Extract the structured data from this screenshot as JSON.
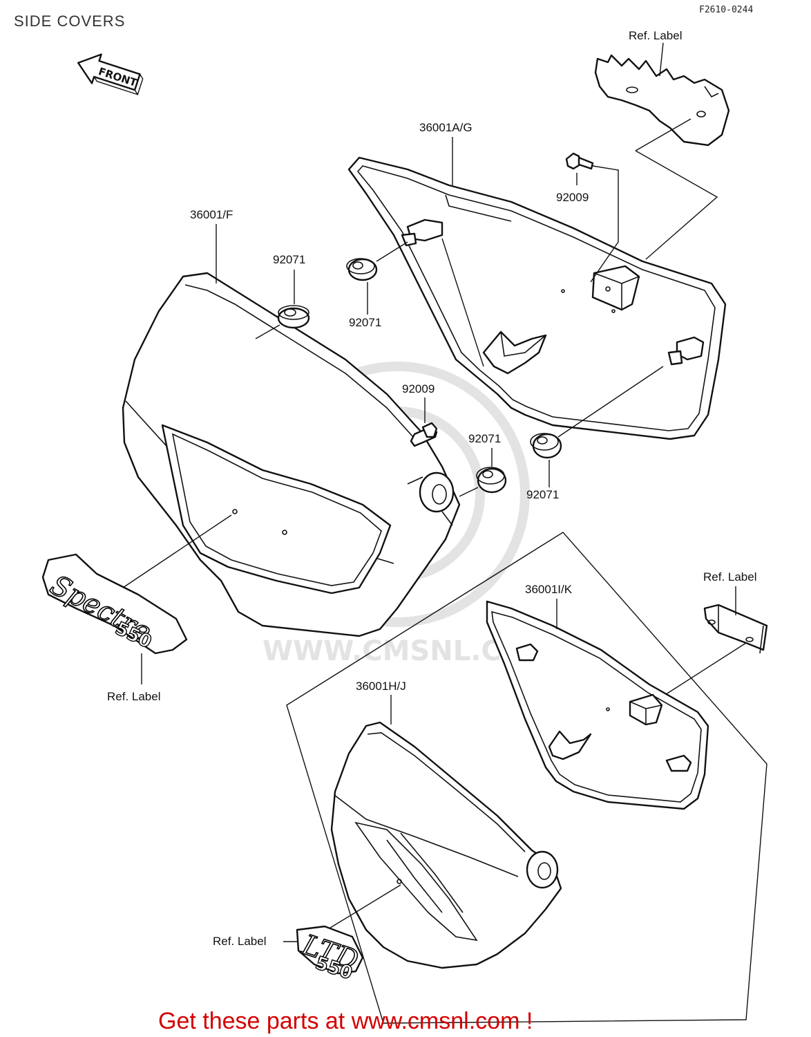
{
  "title": "SIDE COVERS",
  "figure_code": "F2610-0244",
  "front_arrow": "FRONT",
  "watermark": "WWW.CMSNL.COM",
  "footer": "Get these parts at www.cmsnl.com !",
  "labels": {
    "ref_label_top": "Ref. Label",
    "p36001ag": "36001A/G",
    "p92009_top": "92009",
    "p36001f": "36001/F",
    "p92071_a": "92071",
    "p92071_b": "92071",
    "p92009_mid": "92009",
    "p92071_c": "92071",
    "p92071_d": "92071",
    "ref_label_right": "Ref. Label",
    "p36001ik": "36001I/K",
    "ref_label_left": "Ref. Label",
    "p36001hj": "36001H/J",
    "ref_label_bottom": "Ref. Label"
  },
  "emblems": {
    "spectre_script": "Spectre",
    "spectre_number": "550",
    "ltd_text": "LTD",
    "ltd_number": "550"
  }
}
